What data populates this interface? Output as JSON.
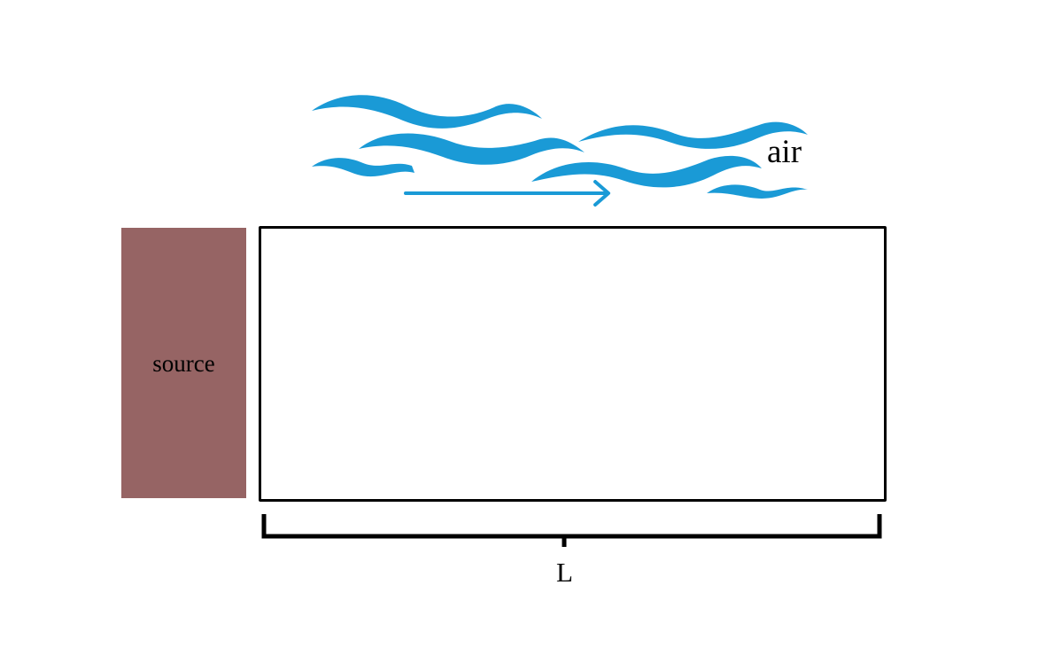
{
  "labels": {
    "source": "source",
    "air": "air",
    "length": "L"
  },
  "colors": {
    "source_fill": "#966464",
    "air_wave": "#1a9ad6",
    "outline": "#000000",
    "background": "#ffffff"
  },
  "icons": {
    "flow_arrow": "right-arrow-icon",
    "air_streams": "wave-icon"
  }
}
